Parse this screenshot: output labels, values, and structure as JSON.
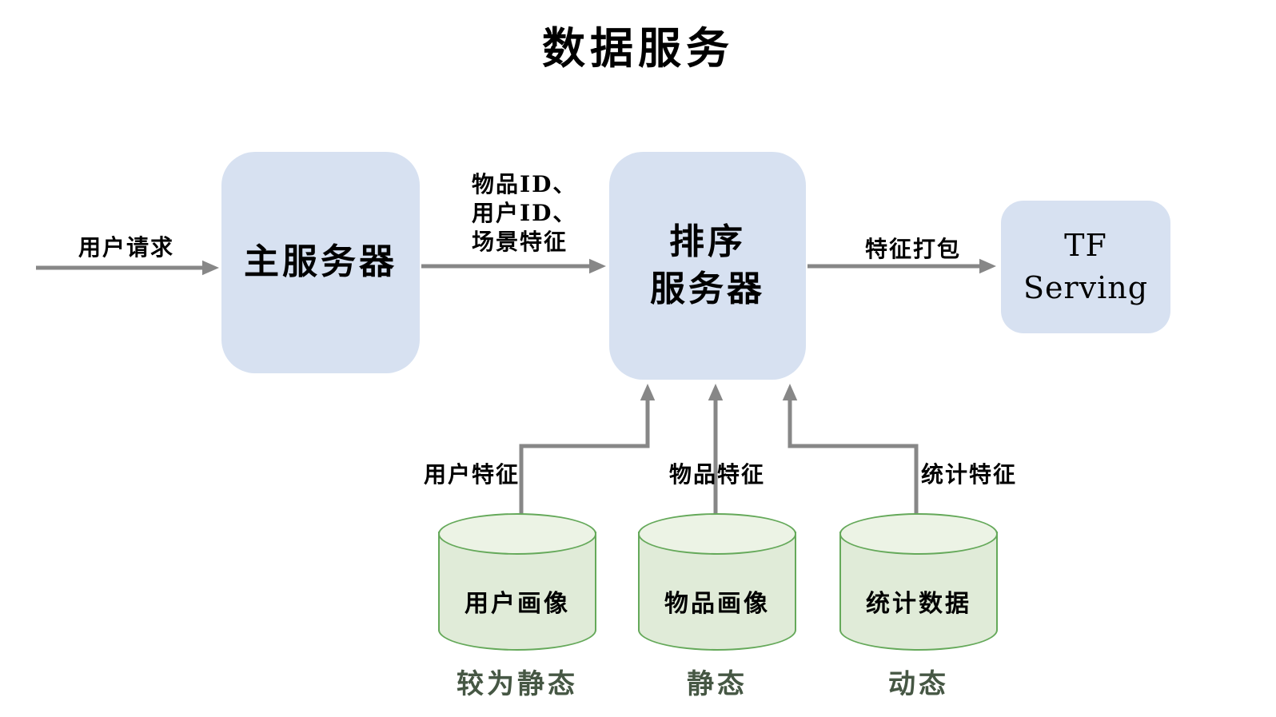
{
  "title": "数据服务",
  "nodes": {
    "main_server": {
      "label": "主服务器"
    },
    "rank_server": {
      "lines": [
        "排序",
        "服务器"
      ]
    },
    "tf_serving": {
      "lines": [
        "TF",
        "Serving"
      ]
    }
  },
  "edges": {
    "user_request": {
      "label": "用户请求"
    },
    "item_user_scene": {
      "lines": [
        "物品ID、",
        "用户ID、",
        "场景特征"
      ]
    },
    "feature_pack": {
      "label": "特征打包"
    },
    "user_feature": {
      "label": "用户特征"
    },
    "item_feature": {
      "label": "物品特征"
    },
    "stat_feature": {
      "label": "统计特征"
    }
  },
  "databases": [
    {
      "label": "用户画像",
      "annotation": "较为静态"
    },
    {
      "label": "物品画像",
      "annotation": "静态"
    },
    {
      "label": "统计数据",
      "annotation": "动态"
    }
  ],
  "colors": {
    "node_fill": "#d7e1f1",
    "cylinder_fill": "#e0ebd8",
    "cylinder_top_fill": "#ecf3e5",
    "cylinder_border": "#65a95a",
    "arrow": "#878787",
    "annotation_text": "#465744",
    "text": "#000000",
    "background": "#ffffff"
  }
}
